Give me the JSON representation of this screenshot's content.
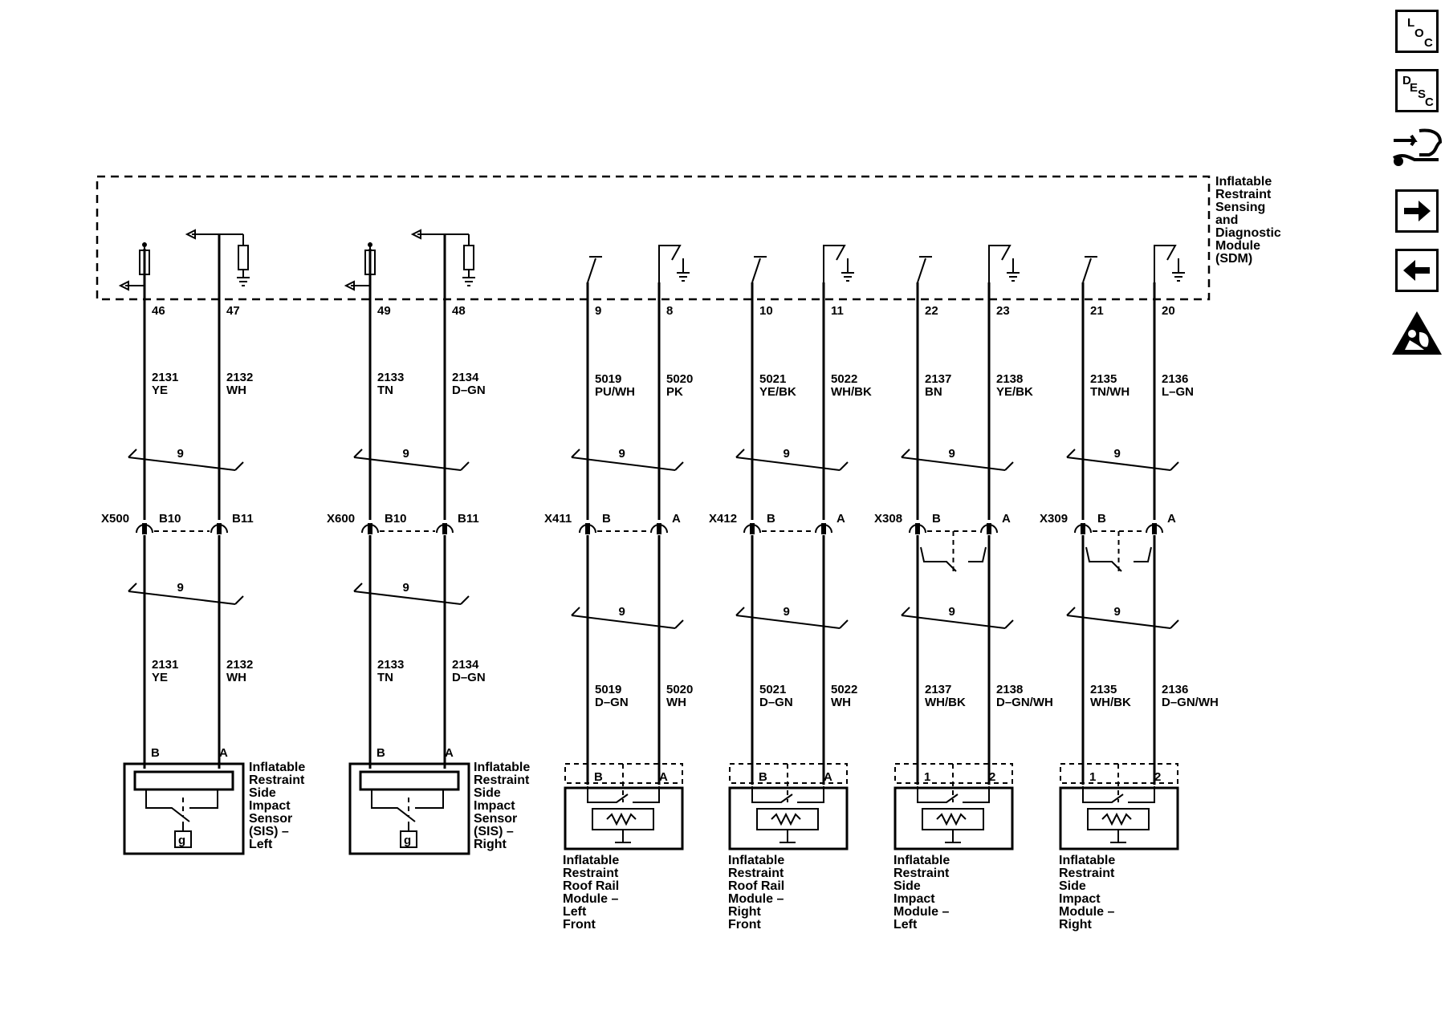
{
  "module": {
    "label_lines": [
      "Inflatable",
      "Restraint",
      "Sensing",
      "and",
      "Diagnostic",
      "Module",
      "(SDM)"
    ]
  },
  "columns": [
    {
      "pin": "46",
      "wire_top": "2131",
      "color_top": "YE",
      "wire_bot": "2131",
      "color_bot": "YE",
      "conn_label": "X500",
      "conn_pin": "B10",
      "term": "B"
    },
    {
      "pin": "47",
      "wire_top": "2132",
      "color_top": "WH",
      "wire_bot": "2132",
      "color_bot": "WH",
      "conn_pin": "B11",
      "term": "A"
    },
    {
      "pin": "49",
      "wire_top": "2133",
      "color_top": "TN",
      "wire_bot": "2133",
      "color_bot": "TN",
      "conn_label": "X600",
      "conn_pin": "B10",
      "term": "B"
    },
    {
      "pin": "48",
      "wire_top": "2134",
      "color_top": "D–GN",
      "wire_bot": "2134",
      "color_bot": "D–GN",
      "conn_pin": "B11",
      "term": "A"
    },
    {
      "pin": "9",
      "wire_top": "5019",
      "color_top": "PU/WH",
      "wire_bot": "5019",
      "color_bot": "D–GN",
      "conn_label": "X411",
      "conn_pin": "B",
      "term": "B"
    },
    {
      "pin": "8",
      "wire_top": "5020",
      "color_top": "PK",
      "wire_bot": "5020",
      "color_bot": "WH",
      "conn_pin": "A",
      "term": "A"
    },
    {
      "pin": "10",
      "wire_top": "5021",
      "color_top": "YE/BK",
      "wire_bot": "5021",
      "color_bot": "D–GN",
      "conn_label": "X412",
      "conn_pin": "B",
      "term": "B"
    },
    {
      "pin": "11",
      "wire_top": "5022",
      "color_top": "WH/BK",
      "wire_bot": "5022",
      "color_bot": "WH",
      "conn_pin": "A",
      "term": "A"
    },
    {
      "pin": "22",
      "wire_top": "2137",
      "color_top": "BN",
      "wire_bot": "2137",
      "color_bot": "WH/BK",
      "conn_label": "X308",
      "conn_pin": "B",
      "term": "1"
    },
    {
      "pin": "23",
      "wire_top": "2138",
      "color_top": "YE/BK",
      "wire_bot": "2138",
      "color_bot": "D–GN/WH",
      "conn_pin": "A",
      "term": "2"
    },
    {
      "pin": "21",
      "wire_top": "2135",
      "color_top": "TN/WH",
      "wire_bot": "2135",
      "color_bot": "WH/BK",
      "conn_label": "X309",
      "conn_pin": "B",
      "term": "1"
    },
    {
      "pin": "20",
      "wire_top": "2136",
      "color_top": "L–GN",
      "wire_bot": "2136",
      "color_bot": "D–GN/WH",
      "conn_pin": "A",
      "term": "2"
    }
  ],
  "harness_label": "9",
  "sensor_ground_badge": "g",
  "components": [
    {
      "lines": [
        "Inflatable",
        "Restraint",
        "Side",
        "Impact",
        "Sensor",
        "(SIS) –",
        "Left"
      ]
    },
    {
      "lines": [
        "Inflatable",
        "Restraint",
        "Side",
        "Impact",
        "Sensor",
        "(SIS) –",
        "Right"
      ]
    },
    {
      "lines": [
        "Inflatable",
        "Restraint",
        "Roof Rail",
        "Module –",
        "Left",
        "Front"
      ]
    },
    {
      "lines": [
        "Inflatable",
        "Restraint",
        "Roof Rail",
        "Module –",
        "Right",
        "Front"
      ]
    },
    {
      "lines": [
        "Inflatable",
        "Restraint",
        "Side",
        "Impact",
        "Module –",
        "Left"
      ]
    },
    {
      "lines": [
        "Inflatable",
        "Restraint",
        "Side",
        "Impact",
        "Module –",
        "Right"
      ]
    }
  ],
  "nav": {
    "loc": {
      "l": "L",
      "o": "O",
      "c": "C"
    },
    "desc": {
      "d": "D",
      "e": "E",
      "s": "S",
      "c": "C"
    }
  }
}
